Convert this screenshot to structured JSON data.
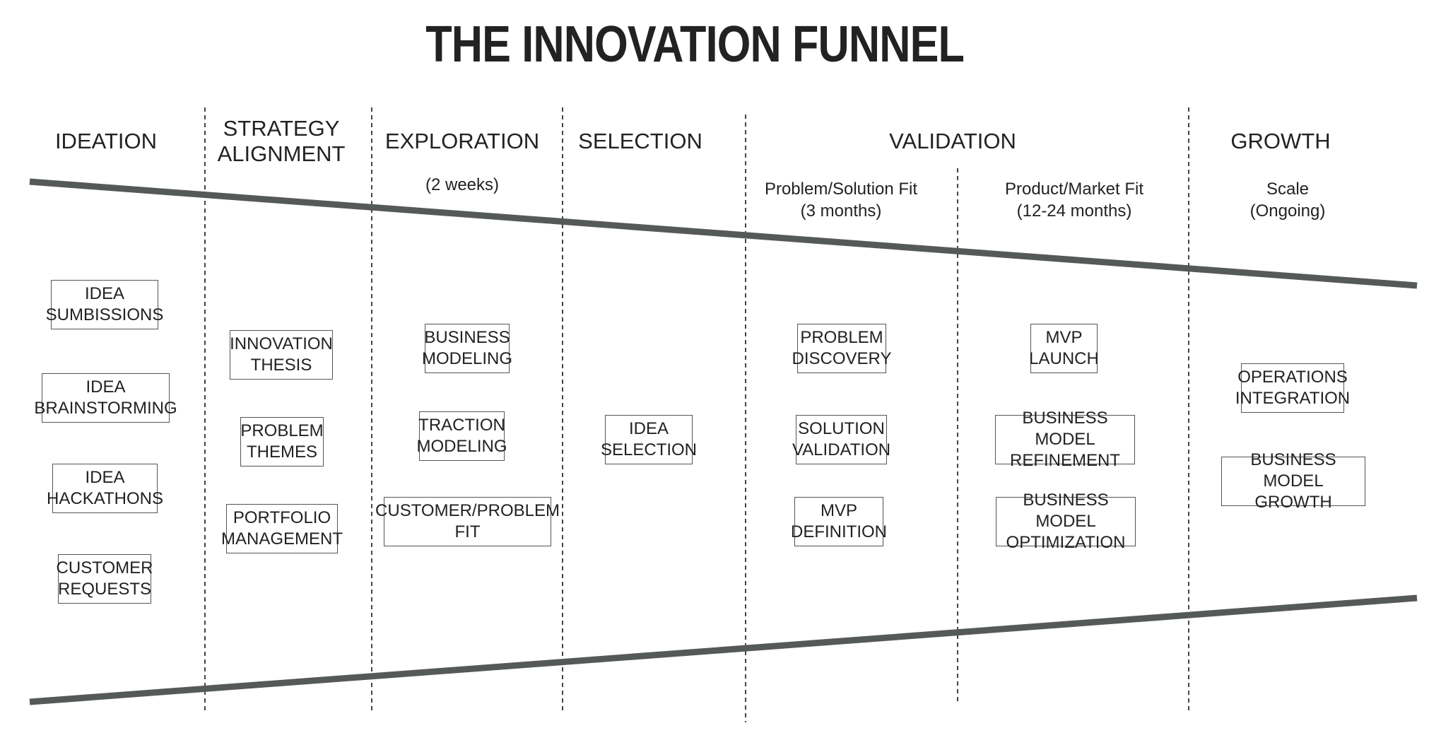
{
  "title": "THE INNOVATION FUNNEL",
  "stages": {
    "ideation": "IDEATION",
    "strategy": "STRATEGY\nALIGNMENT",
    "exploration": "EXPLORATION",
    "selection": "SELECTION",
    "validation": "VALIDATION",
    "growth": "GROWTH"
  },
  "subtitles": {
    "exploration": "(2 weeks)",
    "problem_solution": "Problem/Solution Fit\n(3 months)",
    "product_market": "Product/Market Fit\n(12-24 months)",
    "growth": "Scale\n(Ongoing)"
  },
  "boxes": {
    "idea_submissions": "IDEA\nSUMBISSIONS",
    "idea_brainstorming": "IDEA\nBRAINSTORMING",
    "idea_hackathons": "IDEA\nHACKATHONS",
    "customer_requests": "CUSTOMER\nREQUESTS",
    "innovation_thesis": "INNOVATION\nTHESIS",
    "problem_themes": "PROBLEM\nTHEMES",
    "portfolio_management": "PORTFOLIO\nMANAGEMENT",
    "business_modeling": "BUSINESS\nMODELING",
    "traction_modeling": "TRACTION\nMODELING",
    "customer_problem_fit": "CUSTOMER/PROBLEM\nFIT",
    "idea_selection": "IDEA\nSELECTION",
    "problem_discovery": "PROBLEM\nDISCOVERY",
    "solution_validation": "SOLUTION\nVALIDATION",
    "mvp_definition": "MVP\nDEFINITION",
    "mvp_launch": "MVP\nLAUNCH",
    "bm_refinement": "BUSINESS MODEL\nREFINEMENT",
    "bm_optimization": "BUSINESS MODEL\nOPTIMIZATION",
    "operations_integration": "OPERATIONS\nINTEGRATION",
    "bm_growth": "BUSINESS MODEL\nGROWTH"
  }
}
